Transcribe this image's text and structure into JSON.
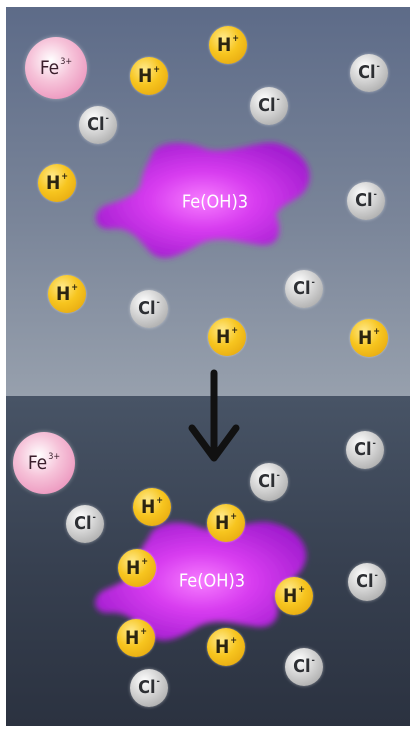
{
  "top": {
    "fe_ion": {
      "symbol": "Fe",
      "charge": "3+"
    },
    "precipitate": "Fe(OH)3",
    "h_ions": [
      {
        "symbol": "H",
        "charge": "+"
      },
      {
        "symbol": "H",
        "charge": "+"
      },
      {
        "symbol": "H",
        "charge": "+"
      },
      {
        "symbol": "H",
        "charge": "+"
      },
      {
        "symbol": "H",
        "charge": "+"
      },
      {
        "symbol": "H",
        "charge": "+"
      }
    ],
    "cl_ions": [
      {
        "symbol": "Cl",
        "charge": "-"
      },
      {
        "symbol": "Cl",
        "charge": "-"
      },
      {
        "symbol": "Cl",
        "charge": "-"
      },
      {
        "symbol": "Cl",
        "charge": "-"
      },
      {
        "symbol": "Cl",
        "charge": "-"
      },
      {
        "symbol": "Cl",
        "charge": "-"
      }
    ]
  },
  "bottom": {
    "fe_ion": {
      "symbol": "Fe",
      "charge": "3+"
    },
    "precipitate": "Fe(OH)3",
    "h_ions": [
      {
        "symbol": "H",
        "charge": "+"
      },
      {
        "symbol": "H",
        "charge": "+"
      },
      {
        "symbol": "H",
        "charge": "+"
      },
      {
        "symbol": "H",
        "charge": "+"
      },
      {
        "symbol": "H",
        "charge": "+"
      },
      {
        "symbol": "H",
        "charge": "+"
      }
    ],
    "cl_ions": [
      {
        "symbol": "Cl",
        "charge": "-"
      },
      {
        "symbol": "Cl",
        "charge": "-"
      },
      {
        "symbol": "Cl",
        "charge": "-"
      },
      {
        "symbol": "Cl",
        "charge": "-"
      },
      {
        "symbol": "Cl",
        "charge": "-"
      },
      {
        "symbol": "Cl",
        "charge": "-"
      }
    ]
  },
  "colors": {
    "top_background": "#7a8599",
    "bottom_background": "#363f4f",
    "h_ion": "#f7c51f",
    "cl_ion": "#d6d6d6",
    "fe_ion": "#f6c3d9",
    "precipitate": "#c63be8",
    "arrow": "#111111"
  },
  "icons": {
    "arrow": "arrow-down-icon"
  }
}
